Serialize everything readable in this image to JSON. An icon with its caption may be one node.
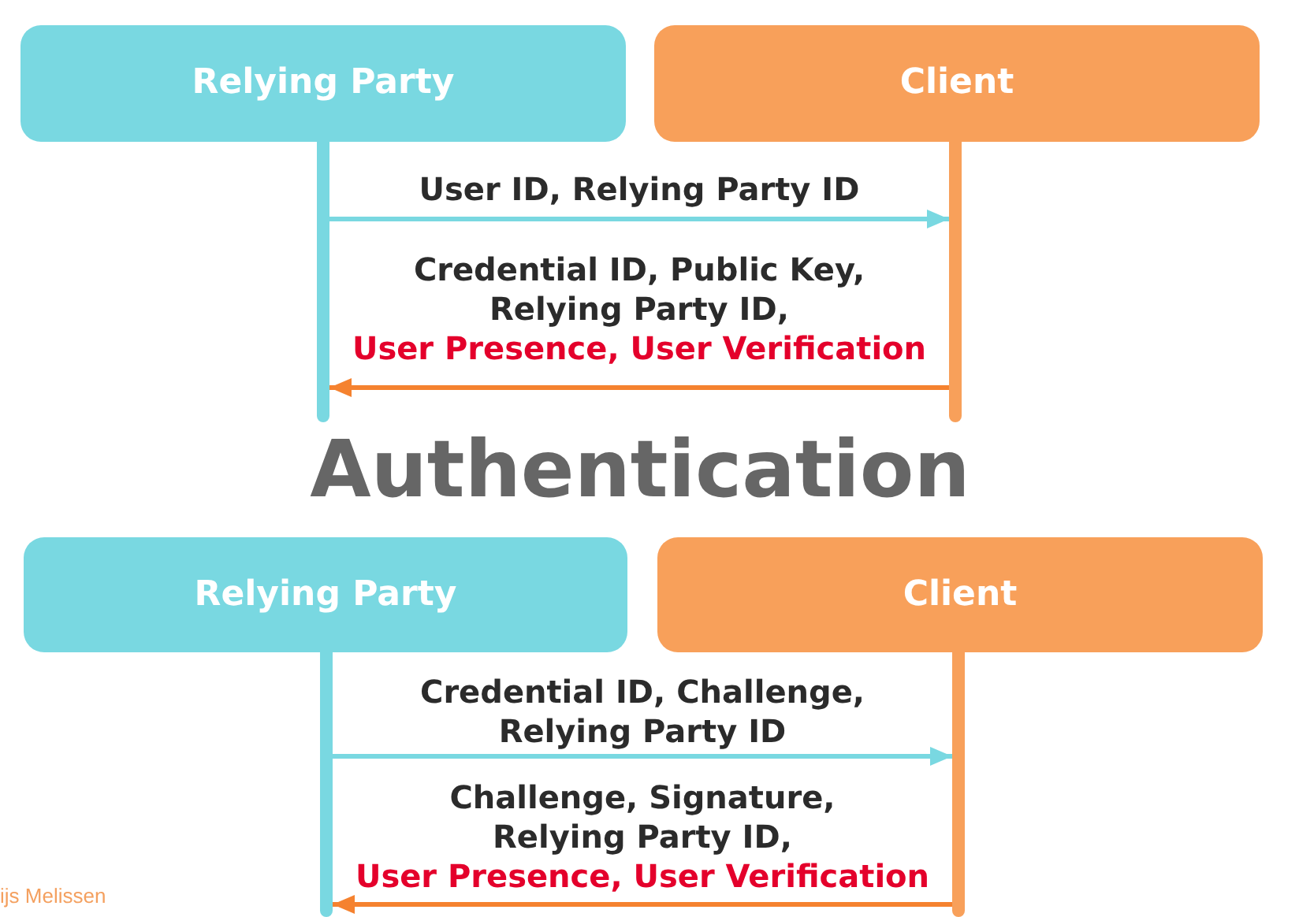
{
  "diagram": {
    "title": "Authentication",
    "nodes": [
      {
        "text": [
          "Relying Party"
        ]
      },
      {
        "text": [
          "Client"
        ]
      },
      {
        "text": [],
        "shape": "bar"
      },
      {
        "text": [],
        "shape": "bar"
      },
      {
        "text": [
          "Relying Party"
        ]
      },
      {
        "text": [
          "Client"
        ]
      },
      {
        "text": [],
        "shape": "bar"
      },
      {
        "text": [],
        "shape": "bar"
      }
    ],
    "edges": [
      {
        "from": 2,
        "to": 3,
        "arrow": "to",
        "label": "User ID, Relying Party ID",
        "color": "#79d8e1"
      },
      {
        "from": 3,
        "to": 2,
        "arrow": "to",
        "label": "Credential ID, Public Key, Relying Party ID, **User Presence, User Verification**",
        "color": "#f5822f"
      },
      {
        "from": 6,
        "to": 7,
        "arrow": "to",
        "label": "Credential ID, Challenge, Relying Party ID",
        "color": "#79d8e1"
      },
      {
        "from": 7,
        "to": 6,
        "arrow": "to",
        "label": "Challenge, Signature, Relying Party ID, **User Presence, User Verification**",
        "color": "#f5822f"
      }
    ],
    "labels": [
      "ijs Melissen"
    ]
  }
}
